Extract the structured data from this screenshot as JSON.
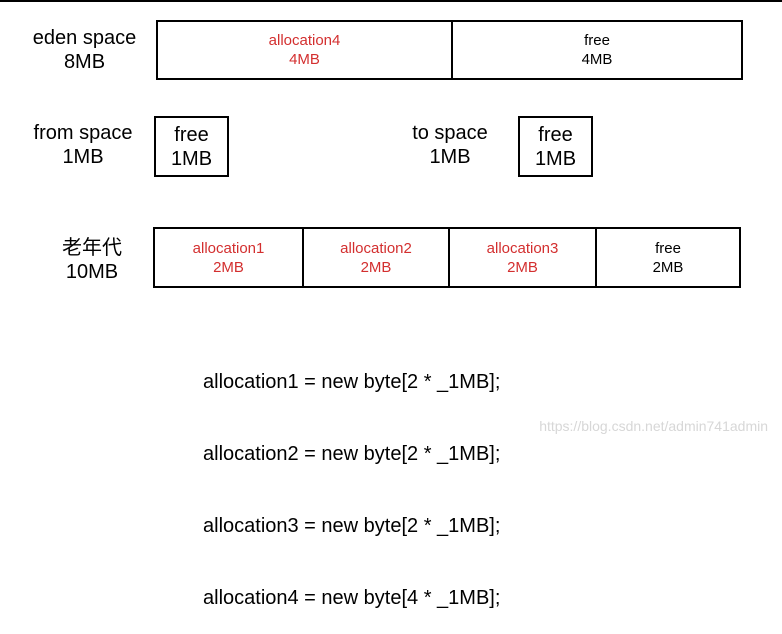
{
  "eden": {
    "label": [
      "eden space",
      "8MB"
    ],
    "cells": [
      {
        "line1": "allocation4",
        "line2": "4MB",
        "state": "used"
      },
      {
        "line1": "free",
        "line2": "4MB",
        "state": "free"
      }
    ]
  },
  "from_space": {
    "label": [
      "from space",
      "1MB"
    ],
    "cell": {
      "line1": "free",
      "line2": "1MB"
    }
  },
  "to_space": {
    "label": [
      "to space",
      "1MB"
    ],
    "cell": {
      "line1": "free",
      "line2": "1MB"
    }
  },
  "old_gen": {
    "label": [
      "老年代",
      "10MB"
    ],
    "cells": [
      {
        "line1": "allocation1",
        "line2": "2MB",
        "state": "used"
      },
      {
        "line1": "allocation2",
        "line2": "2MB",
        "state": "used"
      },
      {
        "line1": "allocation3",
        "line2": "2MB",
        "state": "used"
      },
      {
        "line1": "free",
        "line2": "2MB",
        "state": "free"
      }
    ]
  },
  "code_lines": [
    "allocation1 = new byte[2 * _1MB];",
    "allocation2 = new byte[2 * _1MB];",
    "allocation3 = new byte[2 * _1MB];",
    "allocation4 = new byte[4 * _1MB];"
  ],
  "watermark": "https://blog.csdn.net/admin741admin",
  "colors": {
    "used_text": "#d32f2f",
    "free_text": "#000000",
    "border": "#000000"
  }
}
